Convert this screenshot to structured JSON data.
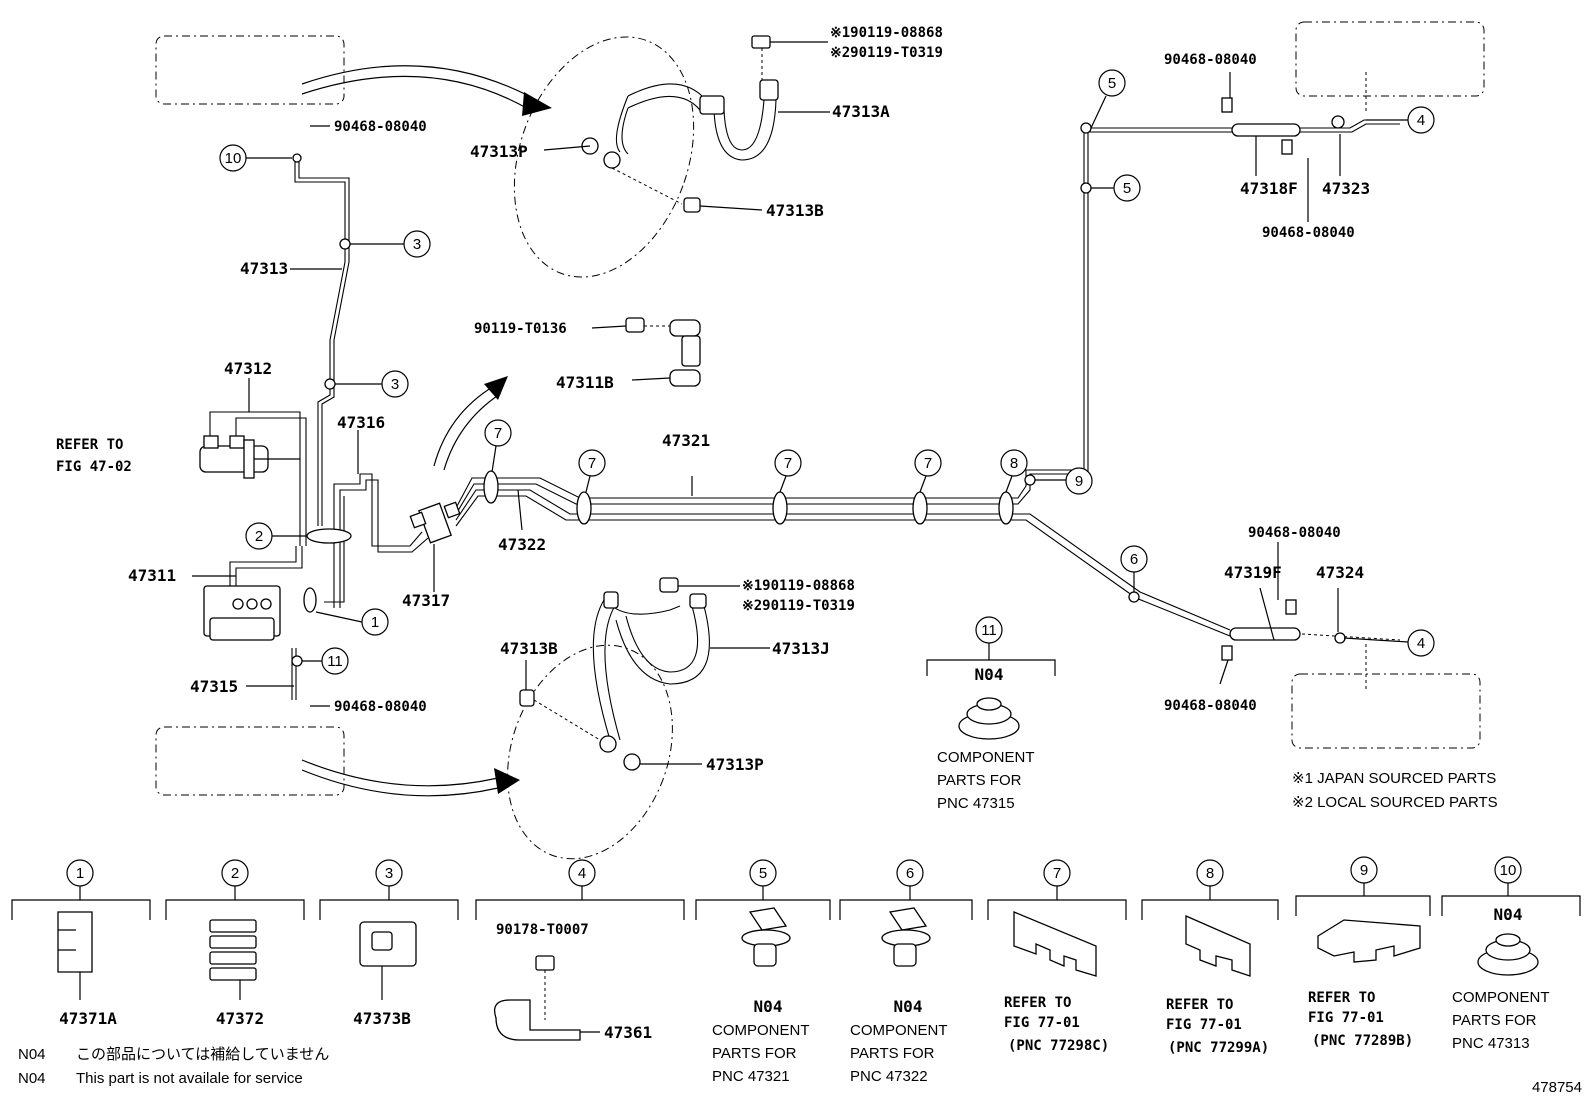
{
  "callouts": {
    "one": "1",
    "two": "2",
    "three": "3",
    "four": "4",
    "five": "5",
    "six": "6",
    "seven": "7",
    "eight": "8",
    "nine": "9",
    "ten": "10",
    "eleven": "11"
  },
  "parts": {
    "p47313": "47313",
    "p47312": "47312",
    "p47316": "47316",
    "p47311": "47311",
    "p47315": "47315",
    "p47317": "47317",
    "p47321": "47321",
    "p47322": "47322",
    "p47313A": "47313A",
    "p47313P_top": "47313P",
    "p47313B_top": "47313B",
    "p47311B": "47311B",
    "p90119_T0136": "90119-T0136",
    "p190119_08868_top": "※190119-08868",
    "p290119_T0319_top": "※290119-T0319",
    "p190119_08868_bot": "※190119-08868",
    "p290119_T0319_bot": "※290119-T0319",
    "p47313B_bot": "47313B",
    "p47313J": "47313J",
    "p47313P_bot": "47313P",
    "p90468_08040_a": "90468-08040",
    "p90468_08040_b": "90468-08040",
    "p90468_08040_c": "90468-08040",
    "p90468_08040_d": "90468-08040",
    "p90468_08040_e": "90468-08040",
    "p90468_08040_f": "90468-08040",
    "p47318F": "47318F",
    "p47323": "47323",
    "p47319F": "47319F",
    "p47324": "47324"
  },
  "refer_fig_47": {
    "line1": "REFER TO",
    "line2": "FIG 47-02"
  },
  "n04_center": {
    "code": "N04",
    "line1": "COMPONENT",
    "line2": "PARTS FOR",
    "line3": "PNC 47315"
  },
  "notes": {
    "japan": "※1 JAPAN SOURCED PARTS",
    "local": "※2 LOCAL SOURCED PARTS"
  },
  "legend": [
    {
      "num": "1",
      "part": "47371A"
    },
    {
      "num": "2",
      "part": "47372"
    },
    {
      "num": "3",
      "part": "47373B"
    },
    {
      "num": "4",
      "part": "47361",
      "sub": "90178-T0007"
    },
    {
      "num": "5",
      "code": "N04",
      "line1": "COMPONENT",
      "line2": "PARTS FOR",
      "line3": "PNC 47321"
    },
    {
      "num": "6",
      "code": "N04",
      "line1": "COMPONENT",
      "line2": "PARTS FOR",
      "line3": "PNC 47322"
    },
    {
      "num": "7",
      "line1": "REFER TO",
      "line2": "FIG 77-01",
      "line3": "(PNC 77298C)"
    },
    {
      "num": "8",
      "line1": "REFER TO",
      "line2": "FIG 77-01",
      "line3": "(PNC 77299A)"
    },
    {
      "num": "9",
      "line1": "REFER TO",
      "line2": "FIG 77-01",
      "line3": "(PNC 77289B)"
    },
    {
      "num": "10",
      "code": "N04",
      "line1": "COMPONENT",
      "line2": "PARTS FOR",
      "line3": "PNC 47313"
    }
  ],
  "footnote": {
    "code1": "N04",
    "jp": "この部品については補給していません",
    "code2": "N04",
    "en": "This part is not availale for service"
  },
  "figure_id": "478754"
}
